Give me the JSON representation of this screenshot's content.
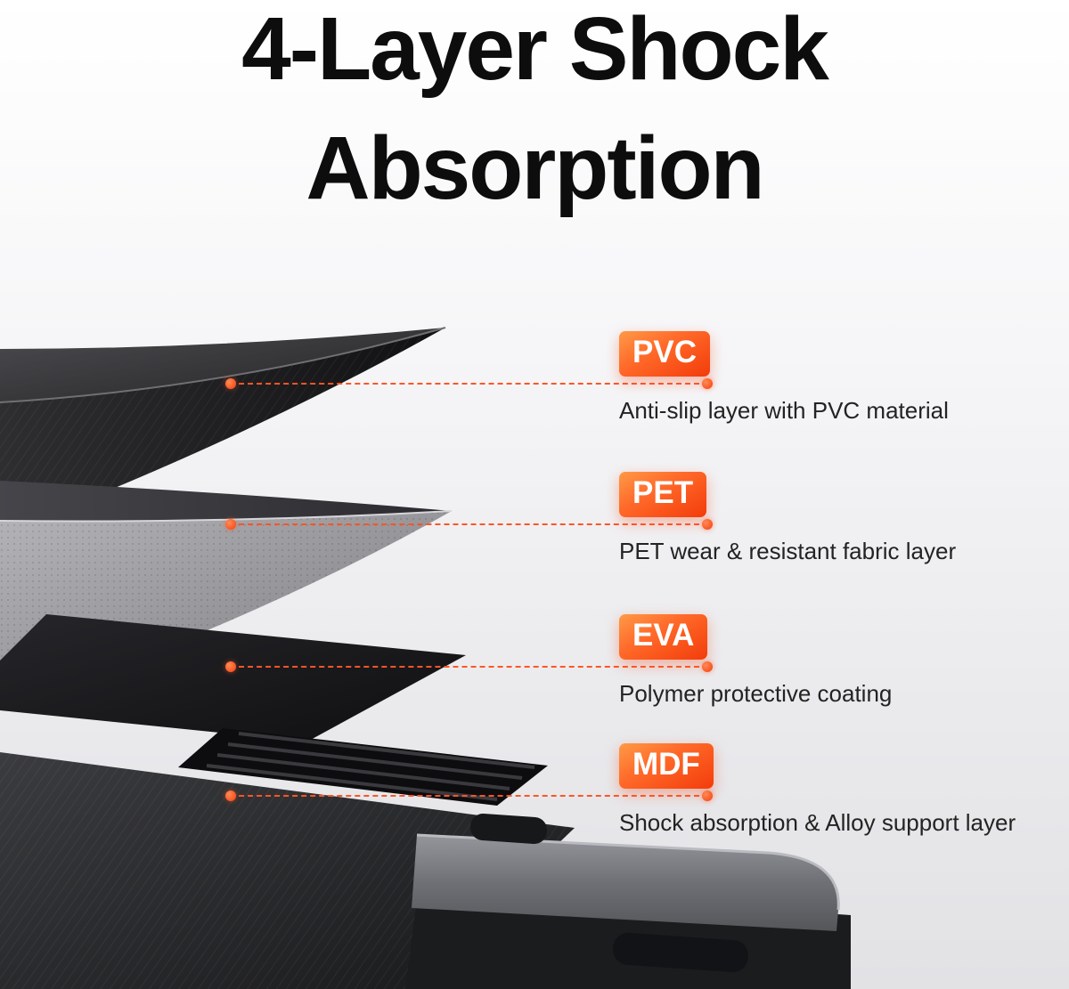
{
  "title": {
    "line1": "4-Layer Shock",
    "line2": "Absorption"
  },
  "layers": [
    {
      "code": "PVC",
      "description": "Anti-slip layer with PVC material"
    },
    {
      "code": "PET",
      "description": "PET wear & resistant fabric layer"
    },
    {
      "code": "EVA",
      "description": "Polymer protective coating"
    },
    {
      "code": "MDF",
      "description": "Shock absorption & Alloy support layer"
    }
  ],
  "colors": {
    "badge_gradient_start": "#ff9a47",
    "badge_gradient_end": "#f33c0a",
    "connector": "#ff5526",
    "title_text": "#0d0d0d",
    "description_text": "#232323"
  }
}
